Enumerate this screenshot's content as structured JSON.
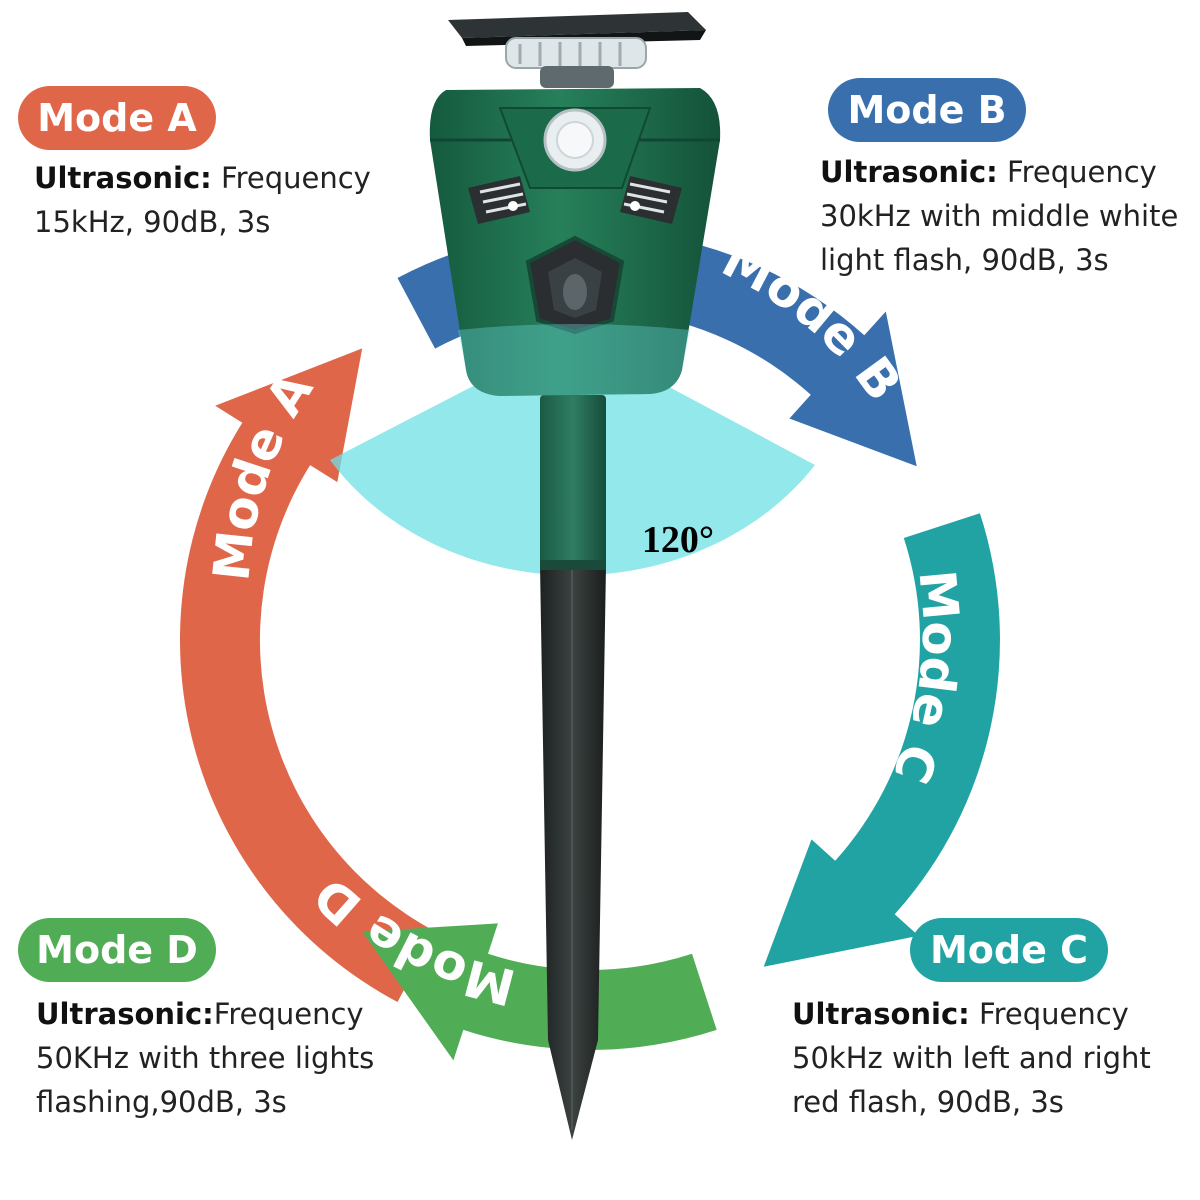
{
  "colors": {
    "mode_a": "#e0664a",
    "mode_b": "#3a6fae",
    "mode_c": "#21a3a3",
    "mode_d": "#50ad56",
    "device_body": "#1e6f4c",
    "stake": "#2b2f2e",
    "detection_zone": "#6fe0e6"
  },
  "arc_labels": {
    "mode_a": "Mode A",
    "mode_b": "Mode B",
    "mode_c": "Mode C",
    "mode_d": "Mode D"
  },
  "detection": {
    "angle_label": "120°"
  },
  "modes": [
    {
      "title": "Mode A",
      "heading": "Ultrasonic:",
      "lines": [
        " Frequency",
        "15kHz, 90dB, 3s"
      ]
    },
    {
      "title": "Mode B",
      "heading": "Ultrasonic:",
      "lines": [
        " Frequency",
        "30kHz with middle white",
        "light flash, 90dB, 3s"
      ]
    },
    {
      "title": "Mode C",
      "heading": "Ultrasonic:",
      "lines": [
        " Frequency",
        "50kHz with left and right",
        "red flash, 90dB, 3s"
      ]
    },
    {
      "title": "Mode D",
      "heading": "Ultrasonic:",
      "lines": [
        "Frequency",
        "50KHz with three lights",
        "flashing,90dB, 3s"
      ]
    }
  ]
}
